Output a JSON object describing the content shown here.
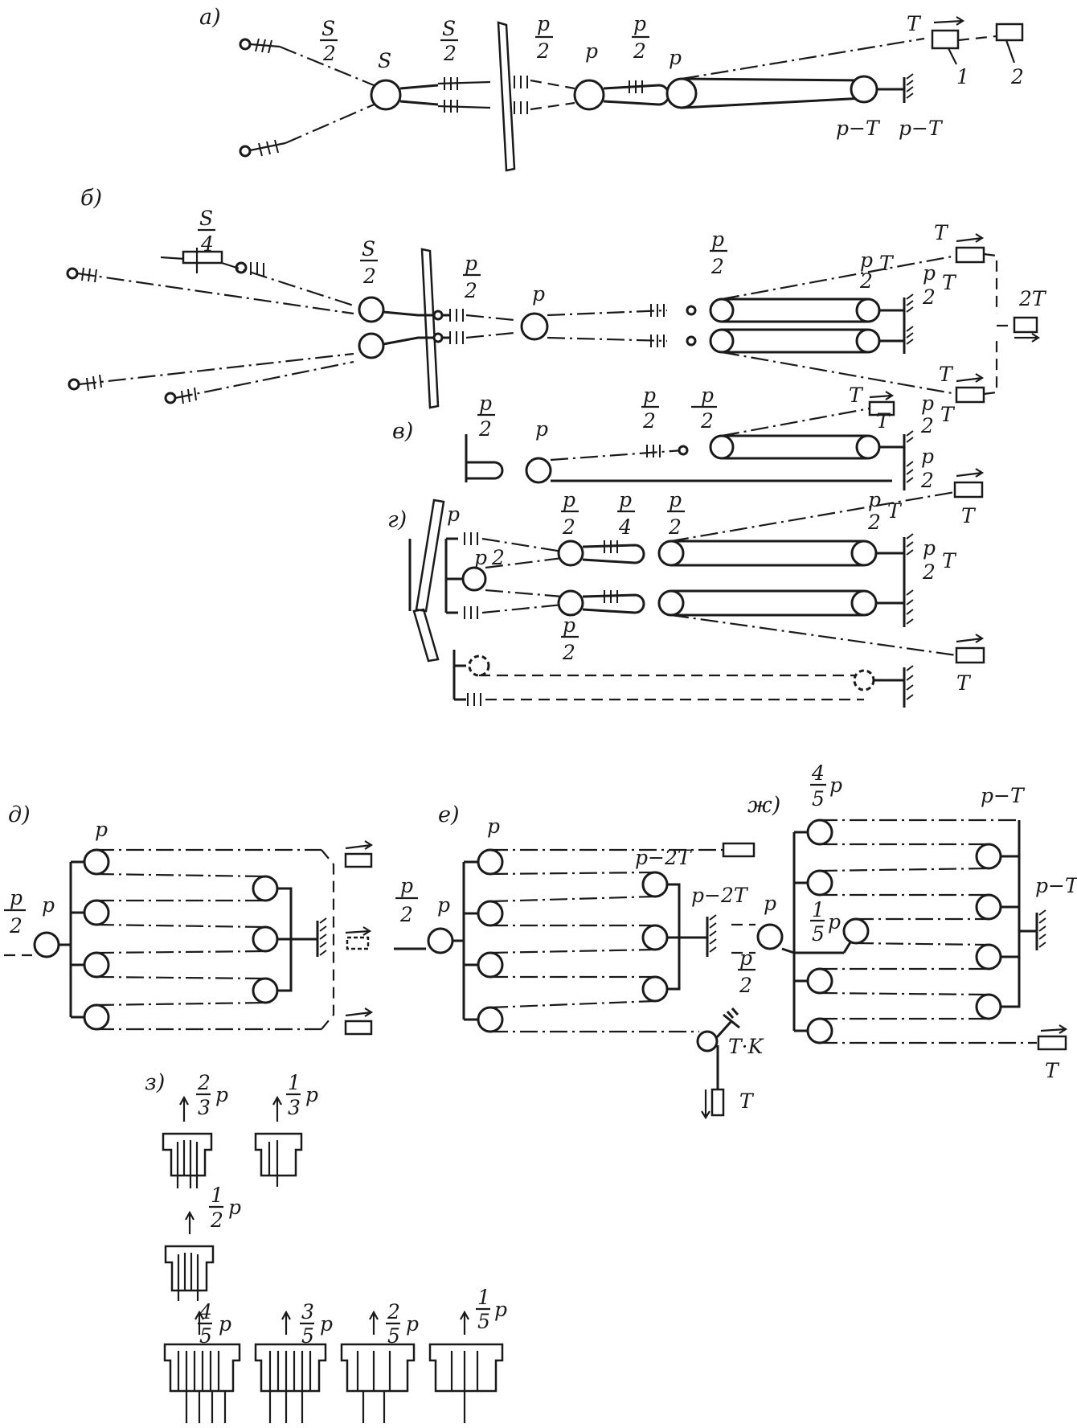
{
  "sections": {
    "a": "а)",
    "b": "б)",
    "v": "в)",
    "g": "г)",
    "d": "д)",
    "e": "е)",
    "zh": "ж)",
    "z": "з)"
  },
  "symbols": {
    "S": "S",
    "p": "p",
    "T": "T",
    "num1": "1",
    "num2": "2",
    "num4": "4",
    "num5": "5",
    "half": "2",
    "pT": "p−T",
    "p2T": "p−2T",
    "TK": "T·K",
    "twoT": "2T"
  },
  "fractions": {
    "s2": {
      "num": "S",
      "den": "2"
    },
    "s4": {
      "num": "S",
      "den": "4"
    },
    "p2": {
      "num": "p",
      "den": "2"
    },
    "p4": {
      "num": "p",
      "den": "4"
    },
    "f23": {
      "num": "2",
      "den": "3",
      "suffix": "p"
    },
    "f13": {
      "num": "1",
      "den": "3",
      "suffix": "p"
    },
    "f12": {
      "num": "1",
      "den": "2",
      "suffix": "p"
    },
    "f45": {
      "num": "4",
      "den": "5",
      "suffix": "p"
    },
    "f35": {
      "num": "3",
      "den": "5",
      "suffix": "p"
    },
    "f25": {
      "num": "2",
      "den": "5",
      "suffix": "p"
    },
    "f15": {
      "num": "1",
      "den": "5",
      "suffix": "p"
    }
  },
  "colors": {
    "ink": "#1a1a1a",
    "paper": "#ffffff"
  }
}
